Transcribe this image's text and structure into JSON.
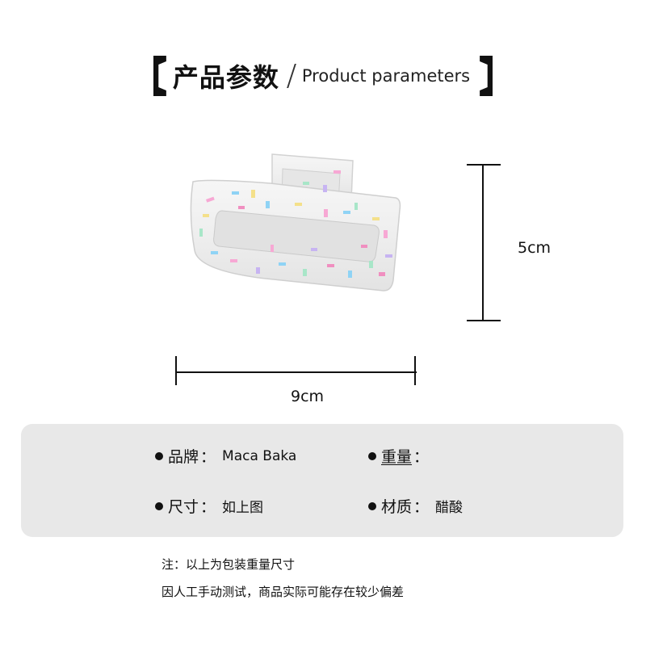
{
  "title": {
    "zh": "产品参数",
    "en": "Product parameters"
  },
  "dimensions": {
    "height": "5cm",
    "width": "9cm"
  },
  "specs": {
    "brand": {
      "label": "品牌",
      "value": "Maca Baka"
    },
    "weight": {
      "label": "重量",
      "value": ""
    },
    "size": {
      "label": "尺寸",
      "value": "如上图"
    },
    "material": {
      "label": "材质",
      "value": "醋酸"
    },
    "separator": "："
  },
  "note": {
    "line1": "注：以上为包装重量尺寸",
    "line2": "因人工手动测试，商品实际可能存在较少偏差"
  }
}
